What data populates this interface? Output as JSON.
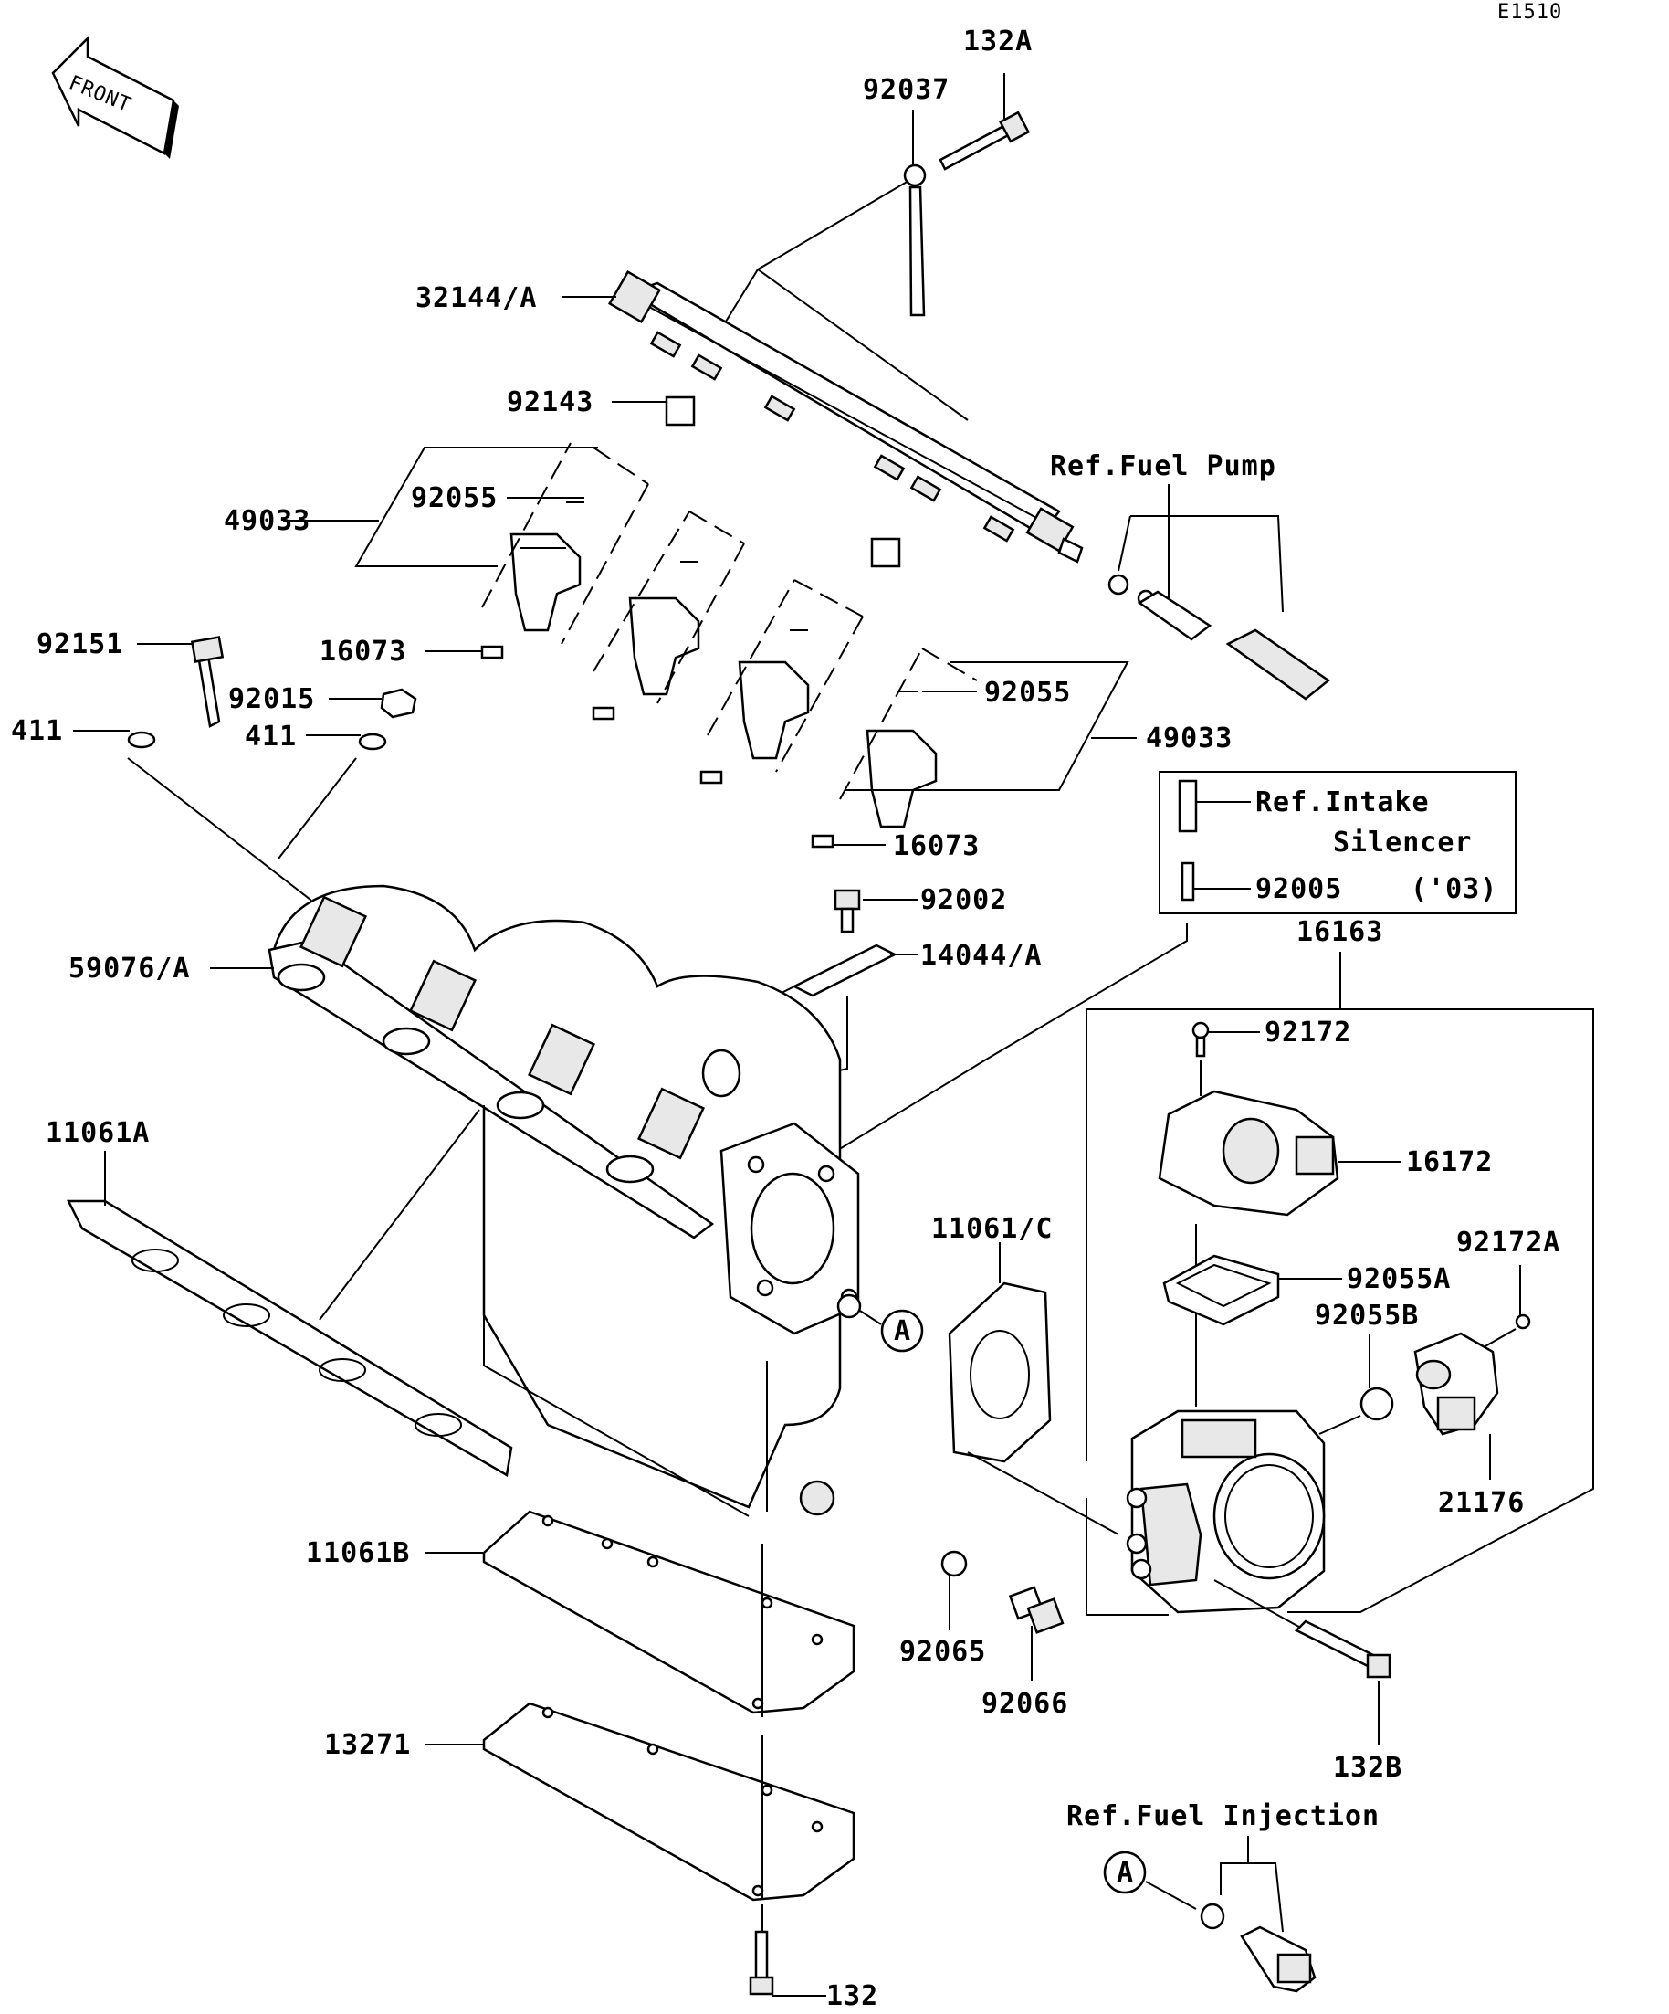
{
  "diagram_id": "E1510",
  "front_label": "FRONT",
  "labels": {
    "p132A": "132A",
    "p92037": "92037",
    "p32144A": "32144/A",
    "p92143": "92143",
    "p92055_left": "92055",
    "p49033_left": "49033",
    "p92151": "92151",
    "p16073_left": "16073",
    "p92015": "92015",
    "p411_left": "411",
    "p411_right": "411",
    "p92055_right": "92055",
    "p49033_right": "49033",
    "ref_fuel_pump": "Ref.Fuel Pump",
    "ref_intake_line1": "Ref.Intake",
    "ref_intake_line2": "Silencer",
    "p92005": "92005",
    "year_03": "('03)",
    "p16073_right": "16073",
    "p92002": "92002",
    "p14044A": "14044/A",
    "p59076A": "59076/A",
    "p16163": "16163",
    "p92172": "92172",
    "p16172": "16172",
    "p11061A": "11061A",
    "p11061C": "11061/C",
    "p92055A": "92055A",
    "p92172A": "92172A",
    "p92055B": "92055B",
    "marker_A": "A",
    "p21176": "21176",
    "p11061B": "11061B",
    "p92065": "92065",
    "p92066": "92066",
    "p132B": "132B",
    "p13271": "13271",
    "ref_fuel_injection": "Ref.Fuel Injection",
    "marker_A2": "A",
    "p132": "132"
  }
}
